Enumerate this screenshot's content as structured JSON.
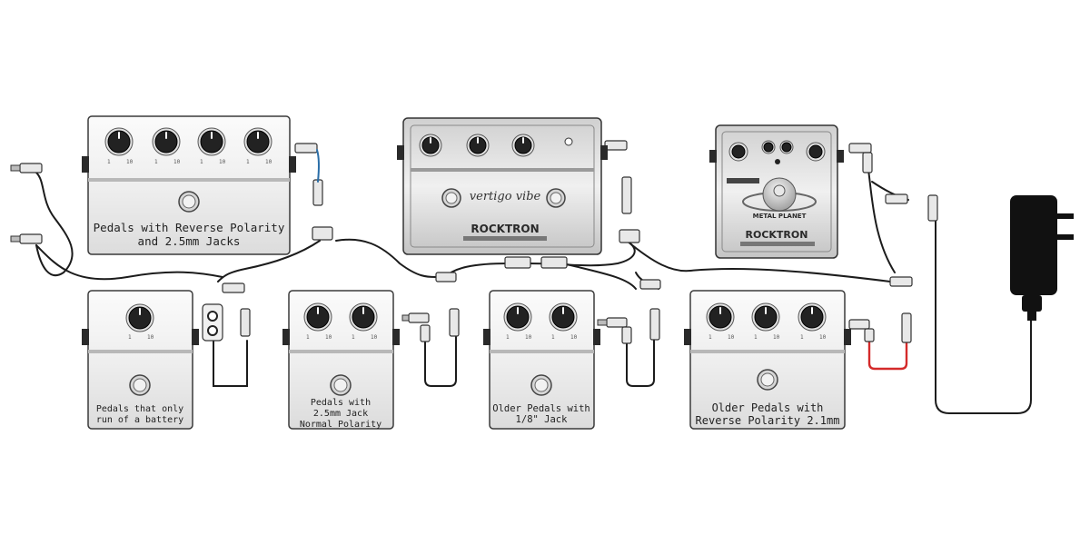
{
  "pedals": {
    "reverse_polarity_25": {
      "label_line1": "Pedals with Reverse Polarity",
      "label_line2": "and 2.5mm Jacks"
    },
    "battery_only": {
      "label_line1": "Pedals that only",
      "label_line2": "run of a battery"
    },
    "normal_25": {
      "label_line1": "Pedals with",
      "label_line2": "2.5mm Jack",
      "label_line3": "Normal Polarity"
    },
    "older_18": {
      "label_line1": "Older Pedals with",
      "label_line2": "1/8\" Jack"
    },
    "older_reverse_21": {
      "label_line1": "Older Pedals with",
      "label_line2": "Reverse Polarity 2.1mm"
    }
  },
  "knob_ticks": {
    "min": "1",
    "max": "10"
  },
  "rocktron_vertigo": {
    "brand": "ROCKTRON",
    "logo": "vertigo vibe"
  },
  "rocktron_metal": {
    "brand": "ROCKTRON",
    "logo": "METAL PLANET"
  },
  "colors": {
    "cable": "#1c1c1c",
    "polarity_cable": "#d42a2a",
    "adapter": "#111111"
  }
}
